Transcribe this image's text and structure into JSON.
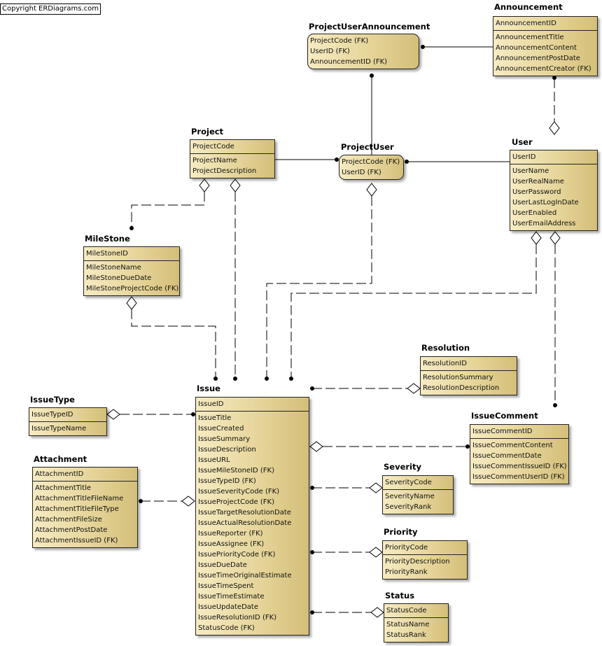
{
  "copyright": "Copyright ERDiagrams.com",
  "entities": {
    "project_user_announcement": {
      "name": "ProjectUserAnnouncement",
      "keys": [
        "ProjectCode (FK)",
        "UserID (FK)",
        "AnnouncementID (FK)"
      ],
      "attrs": []
    },
    "announcement": {
      "name": "Announcement",
      "keys": [
        "AnnouncementID"
      ],
      "attrs": [
        "AnnouncementTitle",
        "AnnouncementContent",
        "AnnouncementPostDate",
        "AnnouncementCreator (FK)"
      ]
    },
    "project": {
      "name": "Project",
      "keys": [
        "ProjectCode"
      ],
      "attrs": [
        "ProjectName",
        "ProjectDescription"
      ]
    },
    "project_user": {
      "name": "ProjectUser",
      "keys": [
        "ProjectCode (FK)",
        "UserID (FK)"
      ],
      "attrs": []
    },
    "user": {
      "name": "User",
      "keys": [
        "UserID"
      ],
      "attrs": [
        "UserName",
        "UserRealName",
        "UserPassword",
        "UserLastLogInDate",
        "UserEnabled",
        "UserEmailAddress"
      ]
    },
    "milestone": {
      "name": "MileStone",
      "keys": [
        "MileStoneID"
      ],
      "attrs": [
        "MileStoneName",
        "MileStoneDueDate",
        "MileStoneProjectCode (FK)"
      ]
    },
    "resolution": {
      "name": "Resolution",
      "keys": [
        "ResolutionID"
      ],
      "attrs": [
        "ResolutionSummary",
        "ResolutionDescription"
      ]
    },
    "issue_type": {
      "name": "IssueType",
      "keys": [
        "IssueTypeID"
      ],
      "attrs": [
        "IssueTypeName"
      ]
    },
    "issue": {
      "name": "Issue",
      "keys": [
        "IssueID"
      ],
      "attrs": [
        "IssueTitle",
        "IssueCreated",
        "IssueSummary",
        "IssueDescription",
        "IssueURL",
        "IssueMileStoneID (FK)",
        "IssueTypeID (FK)",
        "IssueSeverityCode (FK)",
        "IssueProjectCode (FK)",
        "IssueTargetResolutionDate",
        "IssueActualResolutionDate",
        "IssueReporter (FK)",
        "IssueAssignee (FK)",
        "IssuePriorityCode (FK)",
        "IssueDueDate",
        "IssueTimeOriginalEstimate",
        "IssueTimeSpent",
        "IssueTimeEstimate",
        "IssueUpdateDate",
        "IssueResolutionID (FK)",
        "StatusCode (FK)"
      ]
    },
    "issue_comment": {
      "name": "IssueComment",
      "keys": [
        "IssueCommentID"
      ],
      "attrs": [
        "IssueCommentContent",
        "IssueCommentDate",
        "IssueCommentIssueID (FK)",
        "IssueCommentUserID (FK)"
      ]
    },
    "attachment": {
      "name": "Attachment",
      "keys": [
        "AttachmentID"
      ],
      "attrs": [
        "AttachmentTitle",
        "AttachmentTitleFileName",
        "AttachmentTitleFileType",
        "AttachmentFileSize",
        "AttachmentPostDate",
        "AttachmentIssueID (FK)"
      ]
    },
    "severity": {
      "name": "Severity",
      "keys": [
        "SeverityCode"
      ],
      "attrs": [
        "SeverityName",
        "SeverityRank"
      ]
    },
    "priority": {
      "name": "Priority",
      "keys": [
        "PriorityCode"
      ],
      "attrs": [
        "PriorityDescription",
        "PriorityRank"
      ]
    },
    "status": {
      "name": "Status",
      "keys": [
        "StatusCode"
      ],
      "attrs": [
        "StatusName",
        "StatusRank"
      ]
    }
  }
}
